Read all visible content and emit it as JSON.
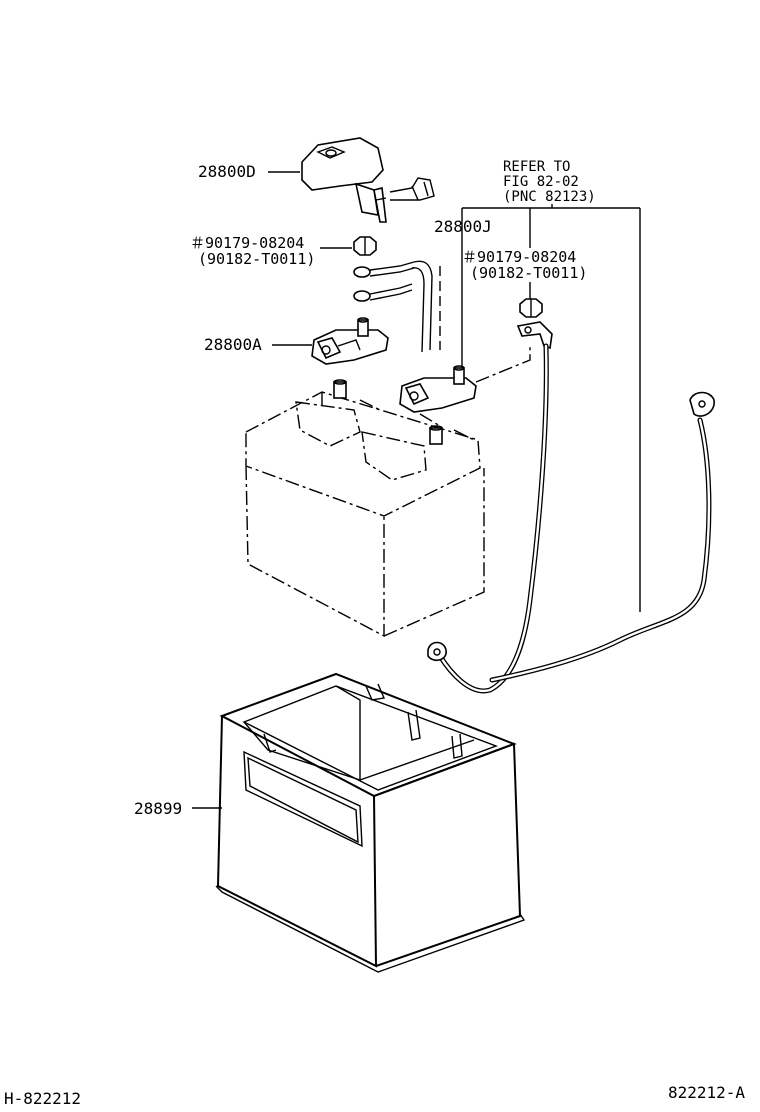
{
  "diagram": {
    "labels": {
      "part_28800D": "28800D",
      "bolt_line1": "＃90179-08204",
      "bolt_line2": "(90182-T0011)",
      "part_28800A": "28800A",
      "part_28800J": "28800J",
      "bolt2_line1": "＃90179-08204",
      "bolt2_line2": "(90182-T0011)",
      "refer_line1": "REFER TO",
      "refer_line2": "FIG 82-02",
      "refer_line3": "(PNC 82123)",
      "part_28899": "28899",
      "footer_left": "H-822212",
      "footer_right": "822212-A"
    }
  }
}
